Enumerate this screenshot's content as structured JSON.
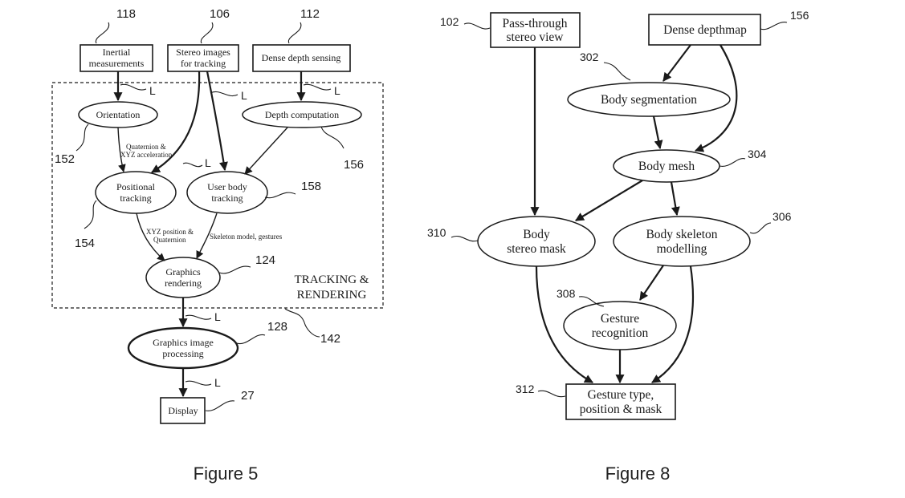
{
  "figure5": {
    "caption": "Figure 5",
    "nodes": {
      "inertial": [
        "Inertial",
        "measurements"
      ],
      "stereo": [
        "Stereo images",
        "for tracking"
      ],
      "dense": [
        "Dense depth sensing"
      ],
      "orientation": [
        "Orientation"
      ],
      "depth_comp": [
        "Depth computation"
      ],
      "positional": [
        "Positional",
        "tracking"
      ],
      "user_body": [
        "User body",
        "tracking"
      ],
      "graphics_rendering": [
        "Graphics",
        "rendering"
      ],
      "graphics_image": [
        "Graphics image",
        "processing"
      ],
      "display": [
        "Display"
      ]
    },
    "edge_labels": {
      "quaternion": [
        "Quaternion &",
        "XYZ acceleration"
      ],
      "xyz_position": [
        "XYZ position &",
        "Quaternion"
      ],
      "skeleton": [
        "Skeleton model, gestures"
      ]
    },
    "refs": {
      "r118": "118",
      "r106": "106",
      "r112": "112",
      "r152": "152",
      "r156": "156",
      "r154": "154",
      "r158": "158",
      "r124": "124",
      "r128": "128",
      "r142": "142",
      "r27": "27"
    },
    "l_label": "L",
    "region_title": [
      "TRACKING &",
      "RENDERING"
    ]
  },
  "figure8": {
    "caption": "Figure 8",
    "nodes": {
      "pass_through": [
        "Pass-through",
        "stereo view"
      ],
      "dense_depthmap": [
        "Dense depthmap"
      ],
      "body_segmentation": [
        "Body segmentation"
      ],
      "body_mesh": [
        "Body mesh"
      ],
      "body_stereo_mask": [
        "Body",
        "stereo mask"
      ],
      "body_skeleton": [
        "Body skeleton",
        "modelling"
      ],
      "gesture_recognition": [
        "Gesture",
        "recognition"
      ],
      "gesture_type": [
        "Gesture type,",
        "position & mask"
      ]
    },
    "refs": {
      "r102": "102",
      "r156": "156",
      "r302": "302",
      "r304": "304",
      "r306": "306",
      "r310": "310",
      "r308": "308",
      "r312": "312"
    }
  }
}
